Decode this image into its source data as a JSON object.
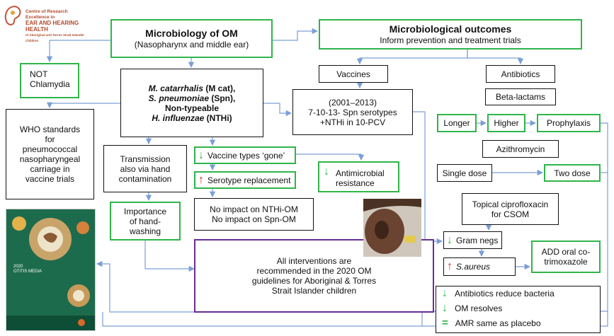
{
  "logo": {
    "line1": "Centre of Research Excellence in",
    "line2": "EAR AND HEARING HEALTH",
    "line3": "of Aboriginal and Torres Strait Islander Children"
  },
  "micro_om": {
    "title": "Microbiology of OM",
    "subtitle": "(Nasopharynx and middle ear)"
  },
  "not_chlamydia": {
    "line1": "NOT",
    "line2": "Chlamydia"
  },
  "organisms": {
    "mcat_name": "M. catarrhalis",
    "mcat_abbr": " (M cat),",
    "spn_name": "S. pneumoniae",
    "spn_abbr": " (Spn),",
    "nontypeable": "Non-typeable",
    "hi_name": "H. influenzae",
    "hi_abbr": " (NTHi)"
  },
  "who_standards": {
    "line1": "WHO standards",
    "line2": "for",
    "line3": "pneumococcal",
    "line4": "nasopharyngeal",
    "line5": "carriage in",
    "line6": "vaccine trials"
  },
  "transmission": {
    "line1": "Transmission",
    "line2": "also via hand",
    "line3": "contamination"
  },
  "handwashing": {
    "line1": "Importance",
    "line2": "of hand-",
    "line3": "washing"
  },
  "vaccine_types": {
    "label": "Vaccine types ‘gone’"
  },
  "serotype": {
    "label": "Serotype replacement"
  },
  "amr": {
    "line1": "Antimicrobial",
    "line2": "resistance"
  },
  "no_impact": {
    "line1": "No impact on NTHi-OM",
    "line2": "No impact on Spn-OM"
  },
  "all_interventions": {
    "line1": "All interventions are",
    "line2": "recommended in the 2020 OM",
    "line3": "guidelines for Aboriginal & Torres",
    "line4": "Strait Islander children"
  },
  "outcomes": {
    "title": "Microbiological outcomes",
    "subtitle": "Inform prevention and treatment trials"
  },
  "vaccines": {
    "label": "Vaccines"
  },
  "serotypes_box": {
    "line1": "(2001–2013)",
    "line2": "7-10-13- Spn serotypes",
    "line3": "+NTHi in 10-PCV"
  },
  "antibiotics": {
    "label": "Antibiotics"
  },
  "beta_lactams": {
    "label": "Beta-lactams"
  },
  "longer": {
    "label": "Longer"
  },
  "higher": {
    "label": "Higher"
  },
  "prophylaxis": {
    "label": "Prophylaxis"
  },
  "azithromycin": {
    "label": "Azithromycin"
  },
  "single_dose": {
    "label": "Single dose"
  },
  "two_dose": {
    "label": "Two dose"
  },
  "cipro": {
    "line1": "Topical ciprofloxacin",
    "line2": "for CSOM"
  },
  "gram_negs": {
    "label": "Gram negs"
  },
  "saureus": {
    "label": "S.aureus"
  },
  "cotrimoxazole": {
    "line1": "ADD oral co-",
    "line2": "trimoxazole"
  },
  "results": {
    "item1": "Antibiotics reduce bacteria",
    "item2": "OM resolves",
    "item3": "AMR same as placebo"
  },
  "cover": {
    "year": "2020",
    "title": "OTITIS MEDIA"
  },
  "colors": {
    "green": "#2fb54a",
    "purple": "#6a2c91",
    "arrow": "#7a9fd6",
    "red": "#e11f26"
  }
}
